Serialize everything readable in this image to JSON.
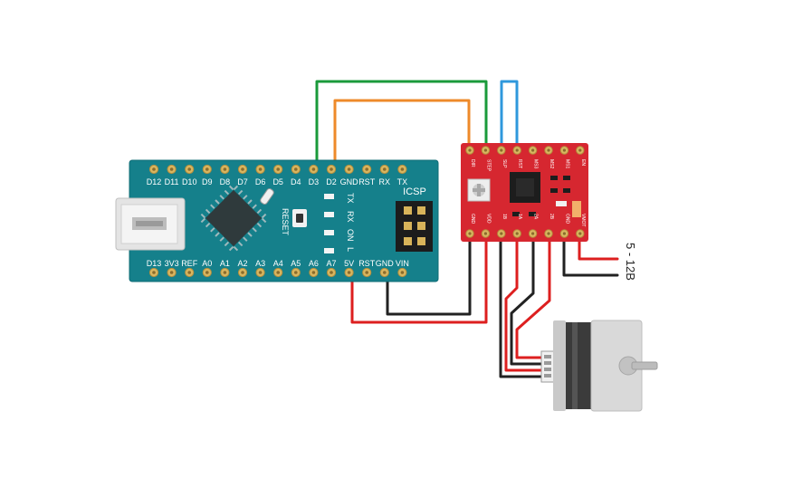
{
  "colors": {
    "board": "#15808b",
    "board_edge": "#0f6c76",
    "driver": "#d62730",
    "wire_green": "#1a9a3a",
    "wire_orange": "#ee8a2a",
    "wire_blue": "#2f98dc",
    "wire_red": "#dd1f1f",
    "wire_black": "#222222"
  },
  "nano": {
    "top_pins": [
      "D12",
      "D11",
      "D10",
      "D9",
      "D8",
      "D7",
      "D6",
      "D5",
      "D4",
      "D3",
      "D2",
      "GND",
      "RST",
      "RX",
      "TX"
    ],
    "bottom_pins": [
      "D13",
      "3V3",
      "REF",
      "A0",
      "A1",
      "A2",
      "A3",
      "A4",
      "A5",
      "A6",
      "A7",
      "5V",
      "RST",
      "GND",
      "VIN"
    ],
    "icsp_label": "ICSP",
    "reset_label": "RESET",
    "leds": [
      "TX",
      "RX",
      "ON",
      "L"
    ]
  },
  "driver": {
    "top_pins": [
      "DIR",
      "STEP",
      "SLP",
      "RST",
      "MS3",
      "MS2",
      "MS1",
      "EN"
    ],
    "bottom_pins": [
      "GND",
      "VDD",
      "1B",
      "1A",
      "2A",
      "2B",
      "GND",
      "VMOT"
    ]
  },
  "supply": {
    "label": "5 - 12B"
  }
}
